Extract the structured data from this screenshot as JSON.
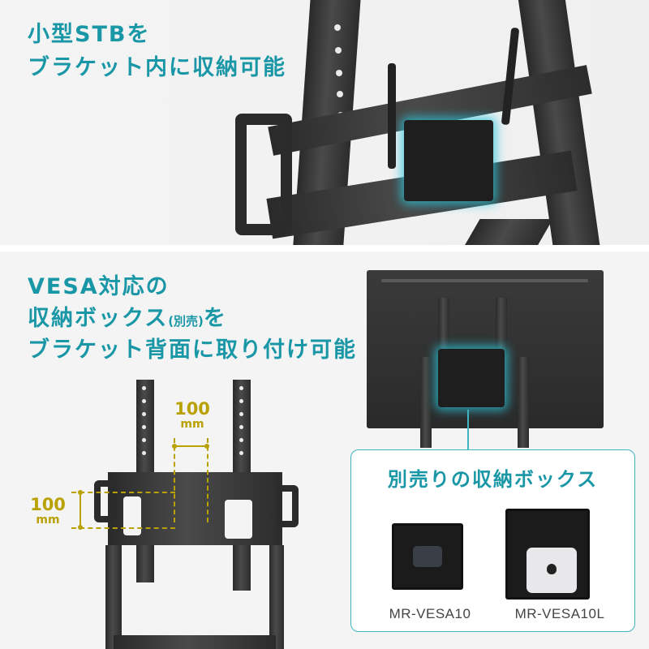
{
  "top_section": {
    "headline_line1": "小型STBを",
    "headline_line2": "ブラケット内に収納可能",
    "image": "stand-bracket-with-small-stb-icon"
  },
  "bottom_section": {
    "headline_line1": "VESA対応の",
    "headline_line2_main": "収納ボックス",
    "headline_line2_paren": "(別売)",
    "headline_line2_end": "を",
    "headline_line3": "ブラケット背面に取り付け可能",
    "dimensions": {
      "horizontal": {
        "value": "100",
        "unit": "mm"
      },
      "vertical": {
        "value": "100",
        "unit": "mm"
      }
    },
    "tv_image": "tv-back-with-storage-box-icon"
  },
  "callout": {
    "title": "別売りの収納ボックス",
    "products": [
      {
        "model": "MR-VESA10",
        "image": "small-storage-box-icon"
      },
      {
        "model": "MR-VESA10L",
        "image": "large-storage-box-icon"
      }
    ]
  },
  "colors": {
    "accent_teal": "#1a97a6",
    "callout_border": "#3fb5c2",
    "dimension_gold": "#b8a100",
    "background": "#f4f4f4"
  }
}
